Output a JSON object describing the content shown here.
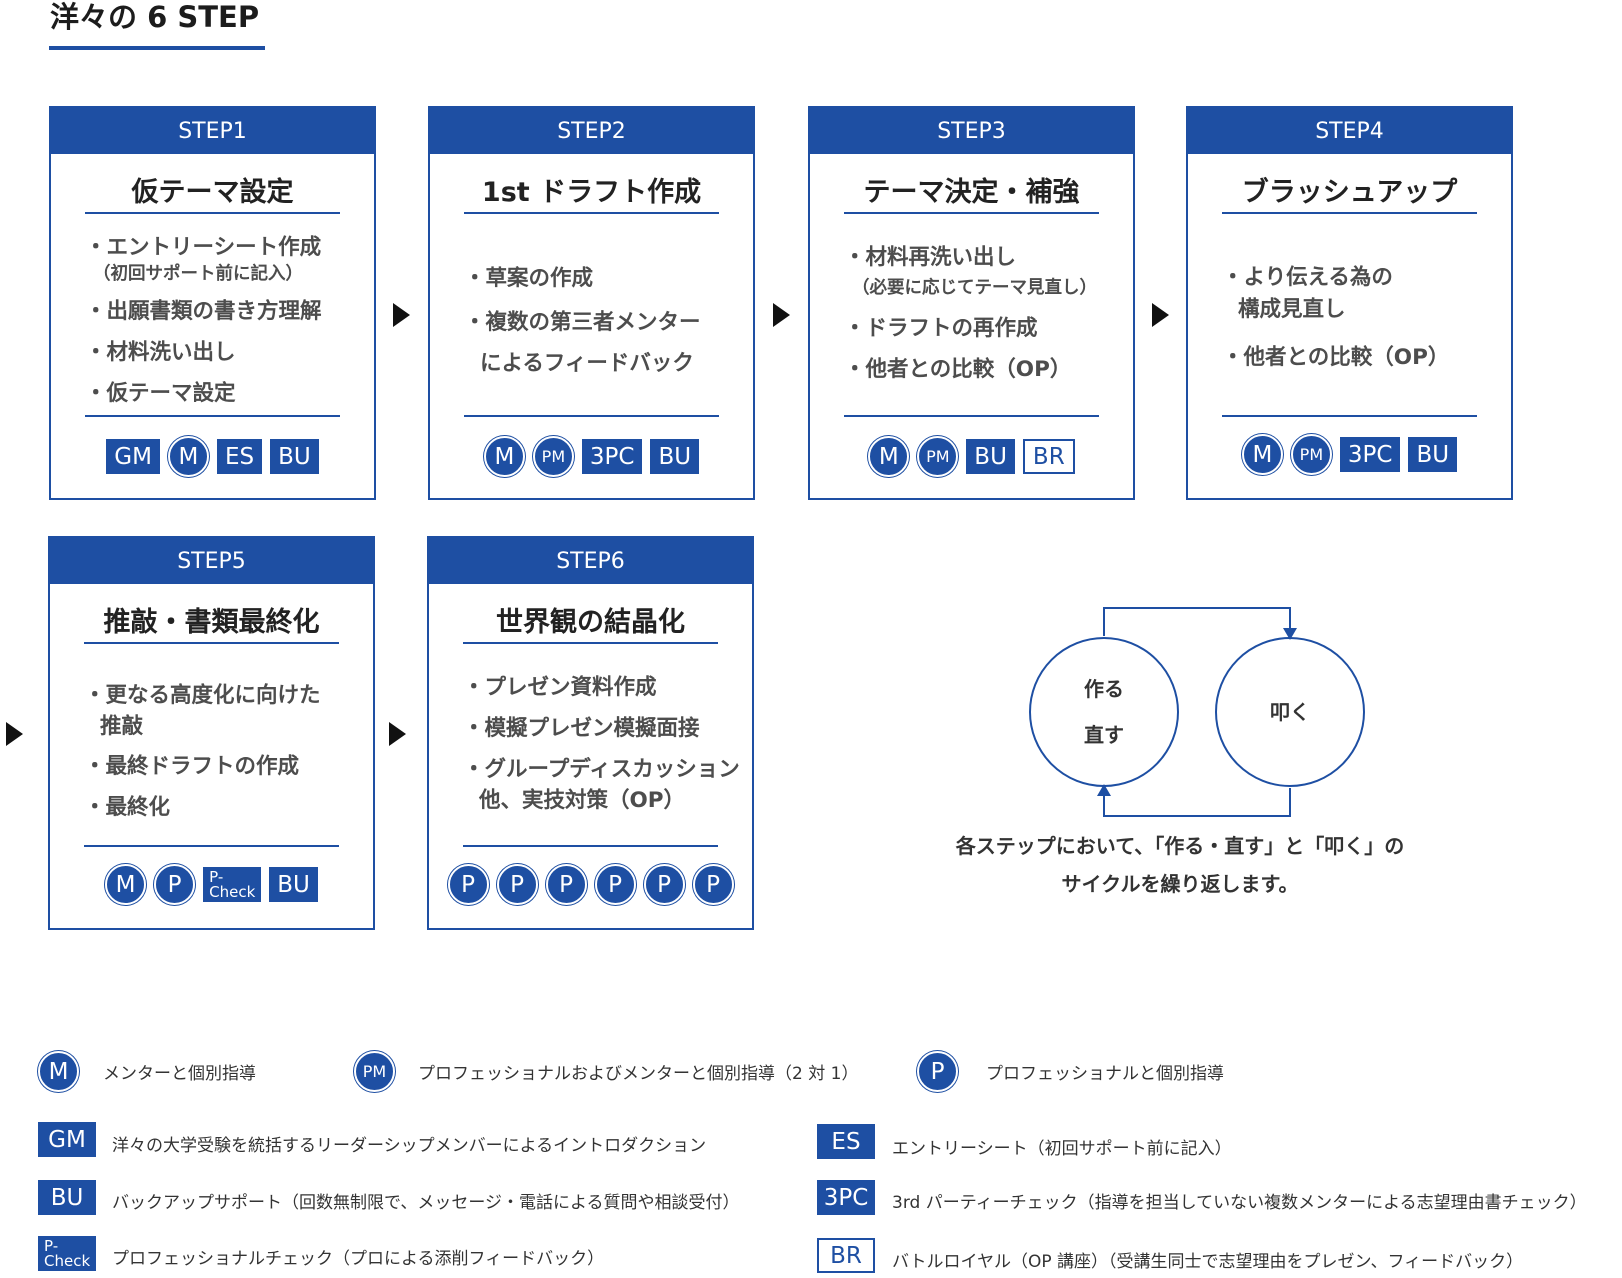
{
  "title": "洋々の 6 STEP",
  "steps": [
    {
      "header": "STEP1",
      "title": "仮テーマ設定",
      "bullets": [
        "・エントリーシート作成",
        "（初回サポート前に記入）",
        "・出願書類の書き方理解",
        "・材料洗い出し",
        "・仮テーマ設定"
      ],
      "badges": [
        "GM",
        "M",
        "ES",
        "BU"
      ]
    },
    {
      "header": "STEP2",
      "title": "1st ドラフト作成",
      "bullets": [
        "・草案の作成",
        "・複数の第三者メンター",
        "によるフィードバック"
      ],
      "badges": [
        "M",
        "PM",
        "3PC",
        "BU"
      ]
    },
    {
      "header": "STEP3",
      "title": "テーマ決定・補強",
      "bullets": [
        "・材料再洗い出し",
        "（必要に応じてテーマ見直し）",
        "・ドラフトの再作成",
        "・他者との比較（OP）"
      ],
      "badges": [
        "M",
        "PM",
        "BU",
        "BR"
      ]
    },
    {
      "header": "STEP4",
      "title": "ブラッシュアップ",
      "bullets": [
        "・より伝える為の",
        "構成見直し",
        "・他者との比較（OP）"
      ],
      "badges": [
        "M",
        "PM",
        "3PC",
        "BU"
      ]
    },
    {
      "header": "STEP5",
      "title": "推敲・書類最終化",
      "bullets": [
        "・更なる高度化に向けた",
        "推敲",
        "・最終ドラフトの作成",
        "・最終化"
      ],
      "badges": [
        "M",
        "P",
        "P-",
        "Check",
        "BU"
      ]
    },
    {
      "header": "STEP6",
      "title": "世界観の結晶化",
      "bullets": [
        "・プレゼン資料作成",
        "・模擬プレゼン模擬面接",
        "・グループディスカッション",
        "他、実技対策（OP）"
      ],
      "badges": [
        "P",
        "P",
        "P",
        "P",
        "P",
        "P"
      ]
    }
  ],
  "cycle": {
    "left_top": "作る",
    "left_bottom": "直す",
    "right": "叩く",
    "note_line1": "各ステップにおいて、「作る・直す」と「叩く」の",
    "note_line2": "サイクルを繰り返します。"
  },
  "legend": [
    {
      "icon": "M",
      "text": "メンターと個別指導"
    },
    {
      "icon": "PM",
      "text": "プロフェッショナルおよびメンターと個別指導（2 対 1）"
    },
    {
      "icon": "P",
      "text": "プロフェッショナルと個別指導"
    },
    {
      "icon": "GM",
      "text": "洋々の大学受験を統括するリーダーシップメンバーによるイントロダクション"
    },
    {
      "icon": "ES",
      "text": "エントリーシート（初回サポート前に記入）"
    },
    {
      "icon": "BU",
      "text": "バックアップサポート（回数無制限で、メッセージ・電話による質問や相談受付）"
    },
    {
      "icon": "3PC",
      "text": "3rd パーティーチェック（指導を担当していない複数メンターによる志望理由書チェック）"
    },
    {
      "icon": "P-",
      "icon2": "Check",
      "text": "プロフェッショナルチェック（プロによる添削フィードバック）"
    },
    {
      "icon": "BR",
      "text": "バトルロイヤル（OP 講座）（受講生同士で志望理由をプレゼン、フィードバック）"
    }
  ],
  "colors": {
    "brand": "#1e4fa3"
  }
}
